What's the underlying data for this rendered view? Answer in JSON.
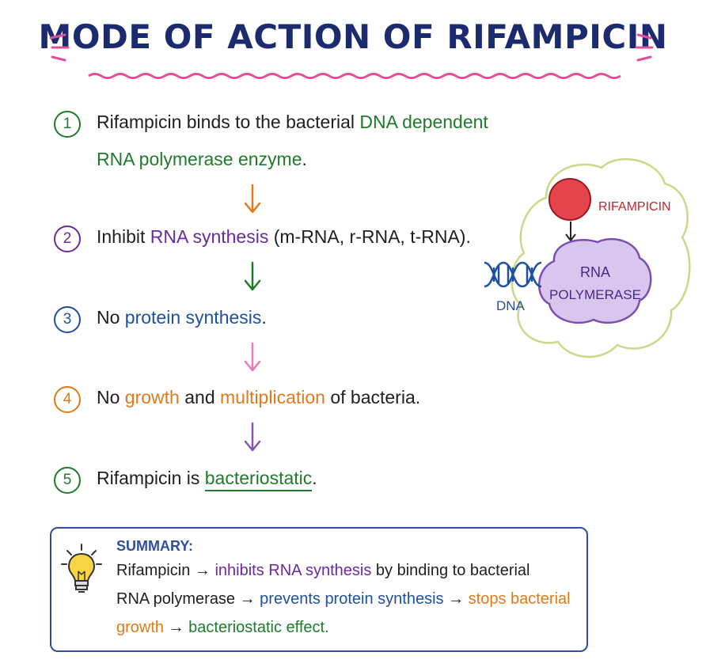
{
  "title": "MODE OF ACTION OF RIFAMPICIN",
  "steps": [
    {
      "num": "1",
      "line1_pre": "Rifampicin binds to the bacterial ",
      "line1_hl": "DNA dependent",
      "line2_hl": "RNA polymerase enzyme",
      "line2_post": "."
    },
    {
      "num": "2",
      "pre": "Inhibit ",
      "hl": "RNA synthesis",
      "post": " (m-RNA, r-RNA, t-RNA)."
    },
    {
      "num": "3",
      "pre": "No ",
      "hl": "protein synthesis",
      "post": "."
    },
    {
      "num": "4",
      "pre": "No ",
      "hl1": "growth",
      "mid": " and ",
      "hl2": "multiplication",
      "post": " of bacteria."
    },
    {
      "num": "5",
      "pre": "Rifampicin is ",
      "hl": "bacteriostatic",
      "post": "."
    }
  ],
  "diagram": {
    "rifampicin_label": "RIFAMPICIN",
    "enzyme_line1": "RNA",
    "enzyme_line2": "POLYMERASE",
    "dna_label": "DNA"
  },
  "summary": {
    "heading": "SUMMARY:",
    "l1_a": "Rifampicin → ",
    "l1_b": "inhibits RNA synthesis",
    "l1_c": " by binding to bacterial",
    "l2_a": "RNA polymerase → ",
    "l2_b": "prevents protein synthesis",
    "l2_c": " → ",
    "l2_d": "stops bacterial",
    "l3_a": "growth",
    "l3_b": " → ",
    "l3_c": "bacteriostatic effect."
  },
  "colors": {
    "title": "#1c2a6e",
    "green": "#1f7a2c",
    "purple": "#6a2aa0",
    "blue": "#1f4f9f",
    "orange": "#e07a1a",
    "pink": "#e0509a",
    "red": "#c8222c"
  }
}
